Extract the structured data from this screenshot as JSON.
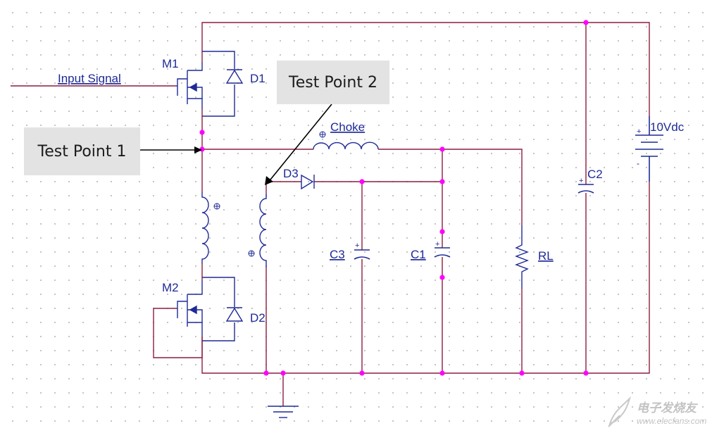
{
  "labels": {
    "input_signal": "Input Signal",
    "m1": "M1",
    "d1": "D1",
    "m2": "M2",
    "d2": "D2",
    "d3": "D3",
    "choke": "Choke",
    "c1": "C1",
    "c2": "C2",
    "c3": "C3",
    "rl": "RL",
    "source": "10Vdc",
    "plus": "+",
    "minus": "-",
    "polarity_plus": "+"
  },
  "callouts": {
    "test_point_1": "Test Point 1",
    "test_point_2": "Test Point 2"
  },
  "watermark": {
    "cn": "电子发烧友",
    "url": "www.elecfans.com"
  },
  "colors": {
    "wire": "#8b1e3f",
    "component": "#1e2a96",
    "node": "#ff00ff",
    "label": "#1e2a96",
    "callout_bg": "#e3e3e3"
  }
}
